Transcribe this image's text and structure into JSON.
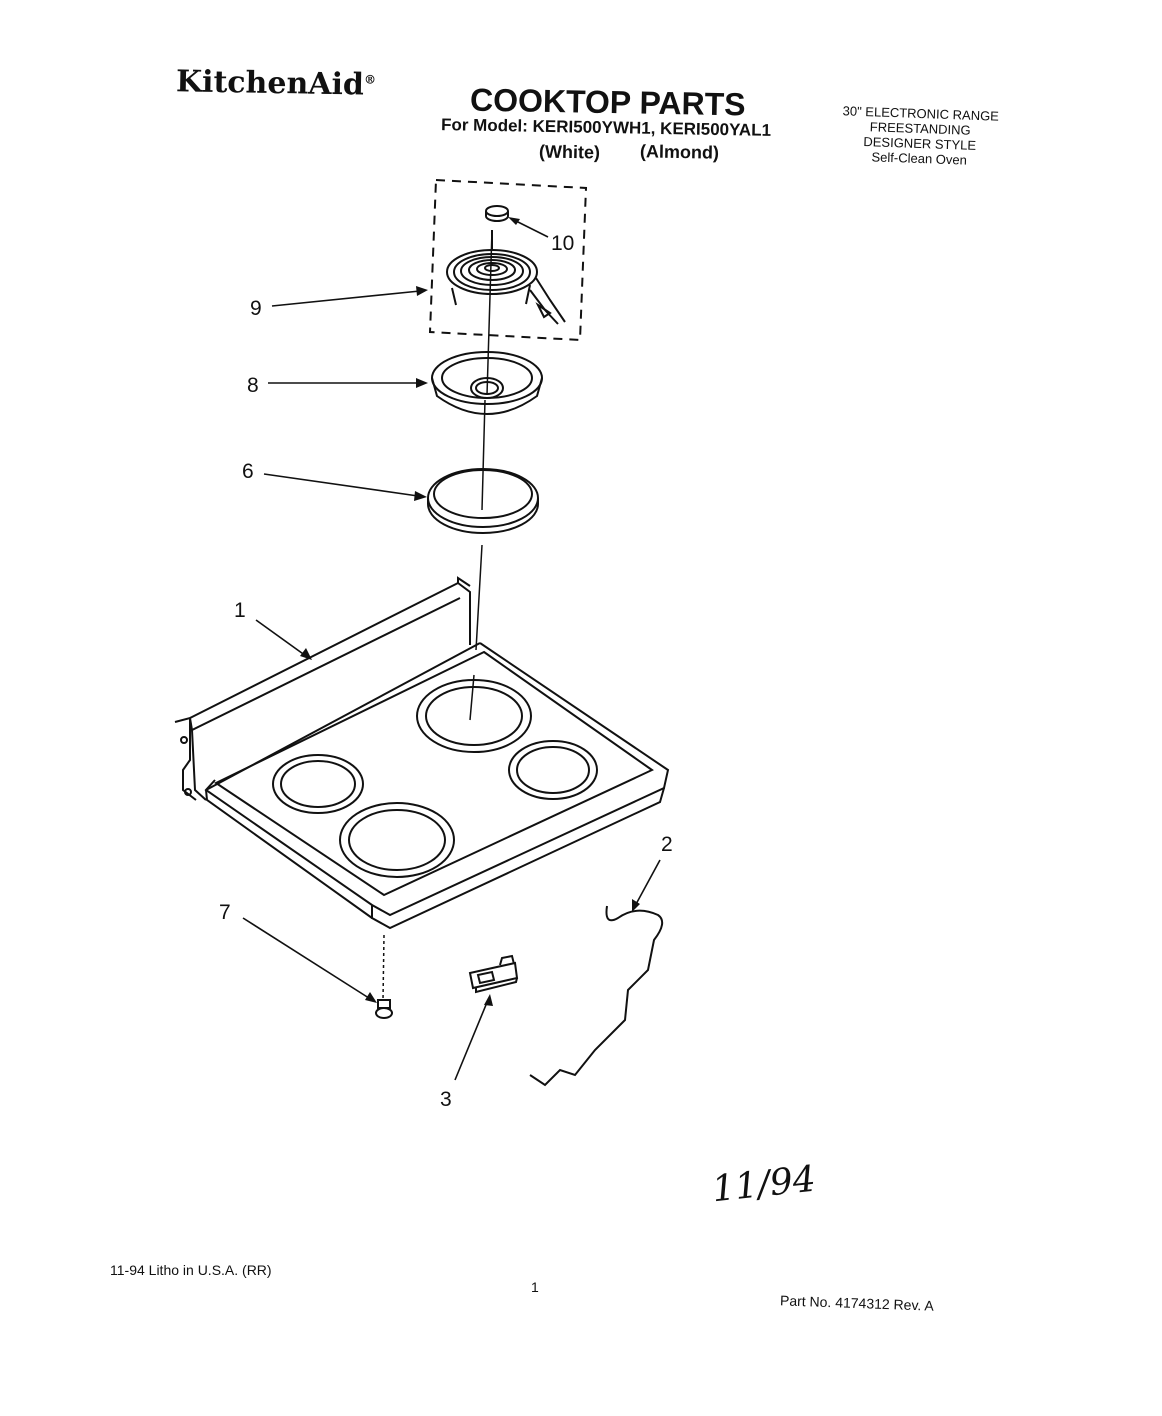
{
  "header": {
    "brand": "KitchenAid",
    "title": "COOKTOP PARTS",
    "model_line": "For Model: KERI500YWH1, KERI500YAL1",
    "color_white": "(White)",
    "color_almond": "(Almond)",
    "range_lines": [
      "30\" ELECTRONIC RANGE",
      "FREESTANDING",
      "DESIGNER STYLE",
      "Self-Clean Oven"
    ]
  },
  "callouts": [
    "1",
    "2",
    "3",
    "6",
    "7",
    "8",
    "9",
    "10"
  ],
  "footer": {
    "litho": "11-94 Litho in U.S.A. (RR)",
    "page": "1",
    "part_no": "Part No. 4174312 Rev. A",
    "date_mark": "11/94"
  }
}
